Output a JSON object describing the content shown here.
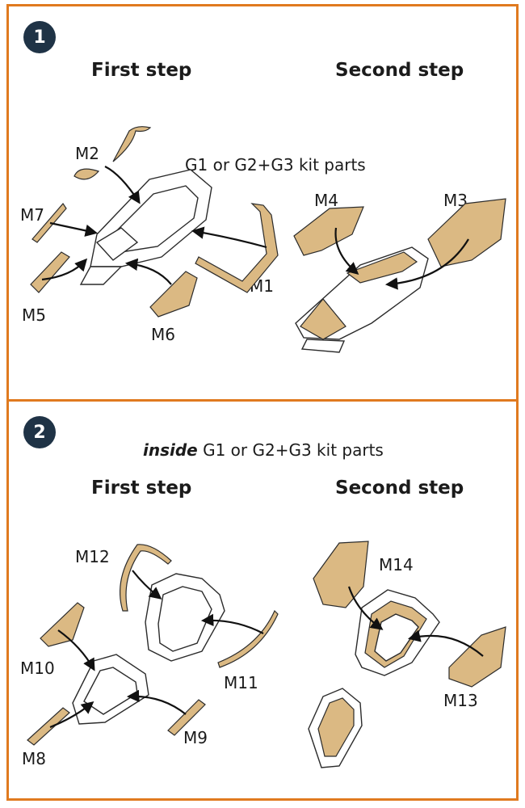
{
  "panel1": {
    "number": "1",
    "first_step": "First step",
    "second_step": "Second step",
    "kit_parts": "G1 or G2+G3 kit parts",
    "labels": {
      "m1": "M1",
      "m2": "M2",
      "m3": "M3",
      "m4": "M4",
      "m5": "M5",
      "m6": "M6",
      "m7": "M7"
    }
  },
  "panel2": {
    "number": "2",
    "inside_word": "inside",
    "kit_parts": "G1 or G2+G3 kit parts",
    "first_step": "First step",
    "second_step": "Second step",
    "labels": {
      "m8": "M8",
      "m9": "M9",
      "m10": "M10",
      "m11": "M11",
      "m12": "M12",
      "m13": "M13",
      "m14": "M14"
    }
  },
  "colors": {
    "border": "#e07a1f",
    "badge": "#1f3346",
    "part_fill": "#dbb983"
  }
}
